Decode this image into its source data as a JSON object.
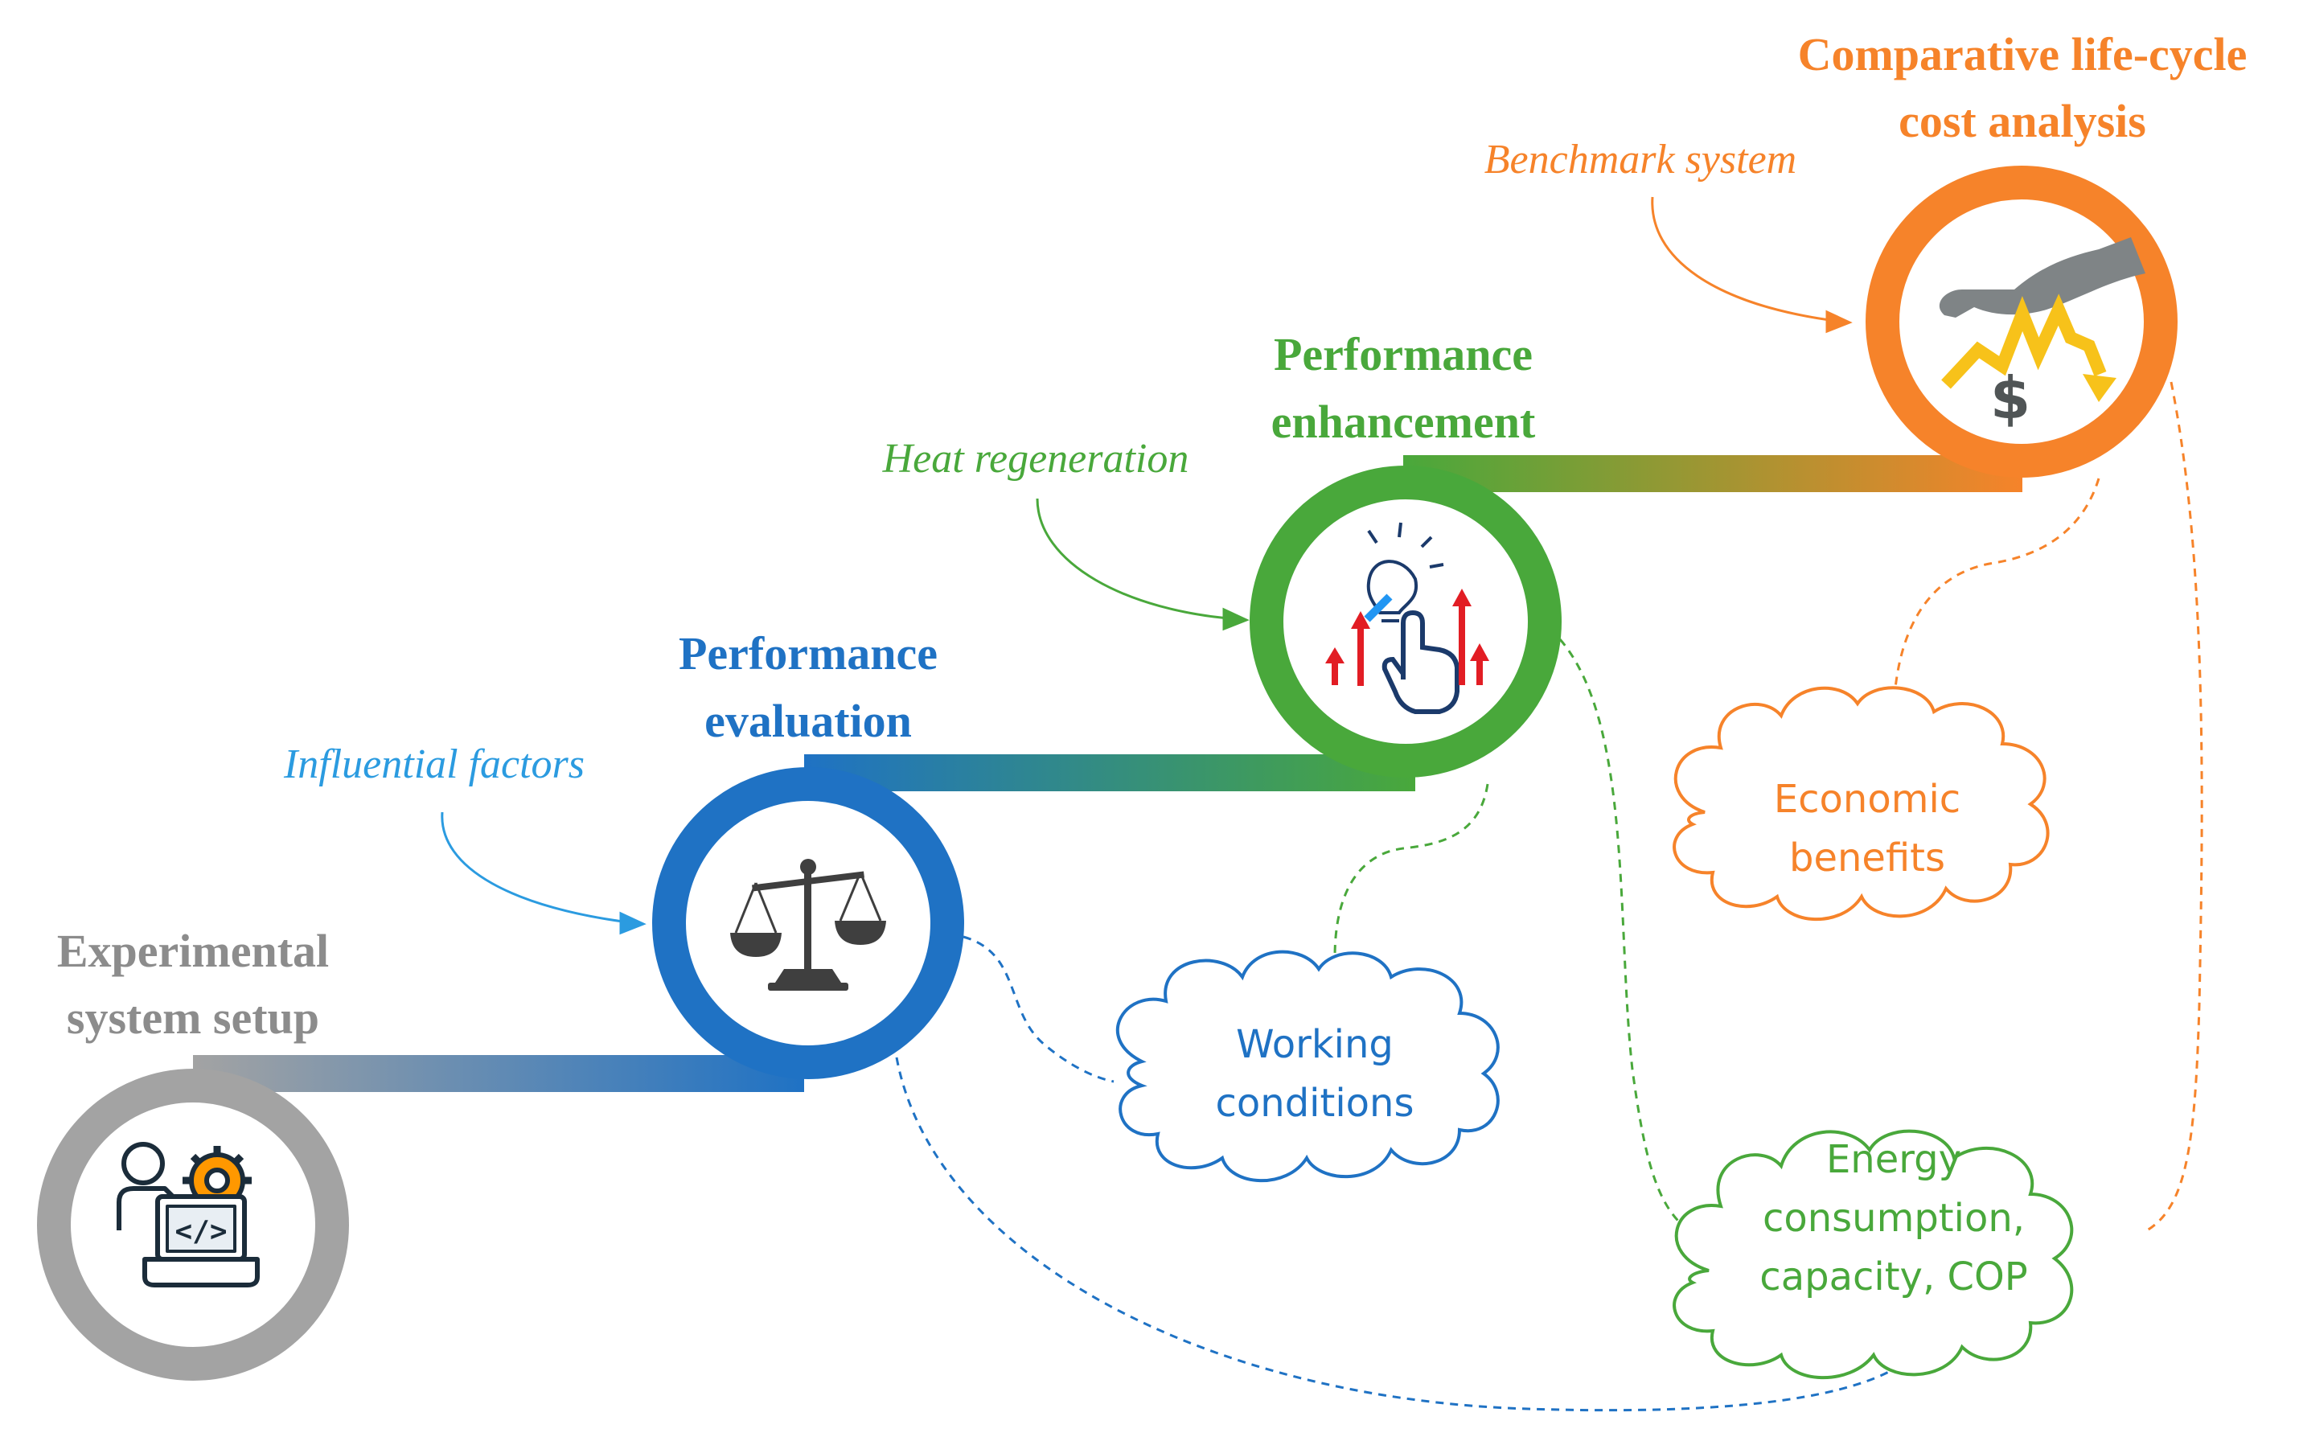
{
  "stages": [
    {
      "id": "setup",
      "title_line1": "Experimental",
      "title_line2": "system setup",
      "color": "#a3a3a3",
      "icon": "user-laptop-gear-icon"
    },
    {
      "id": "evaluation",
      "title_line1": "Performance",
      "title_line2": "evaluation",
      "color": "#1f72c4",
      "icon": "balance-scale-icon",
      "note": "Influential factors"
    },
    {
      "id": "enhancement",
      "title_line1": "Performance",
      "title_line2": "enhancement",
      "color": "#49a83b",
      "icon": "lightbulb-hand-arrows-icon",
      "note": "Heat regeneration"
    },
    {
      "id": "cost",
      "title_line1": "Comparative life-cycle",
      "title_line2": "cost analysis",
      "color": "#f6832a",
      "icon": "hand-dollar-chart-icon",
      "note": "Benchmark system"
    }
  ],
  "clouds": [
    {
      "id": "working",
      "line1": "Working",
      "line2": "conditions",
      "color": "#1f72c4"
    },
    {
      "id": "economic",
      "line1": "Economic",
      "line2": "benefits",
      "color": "#f6832a"
    },
    {
      "id": "energy",
      "line1": "Energy",
      "line2": "consumption,",
      "line3": "capacity, COP",
      "color": "#49a83b"
    }
  ],
  "icon_glyphs": {
    "dollar": "$",
    "code": "</>"
  }
}
